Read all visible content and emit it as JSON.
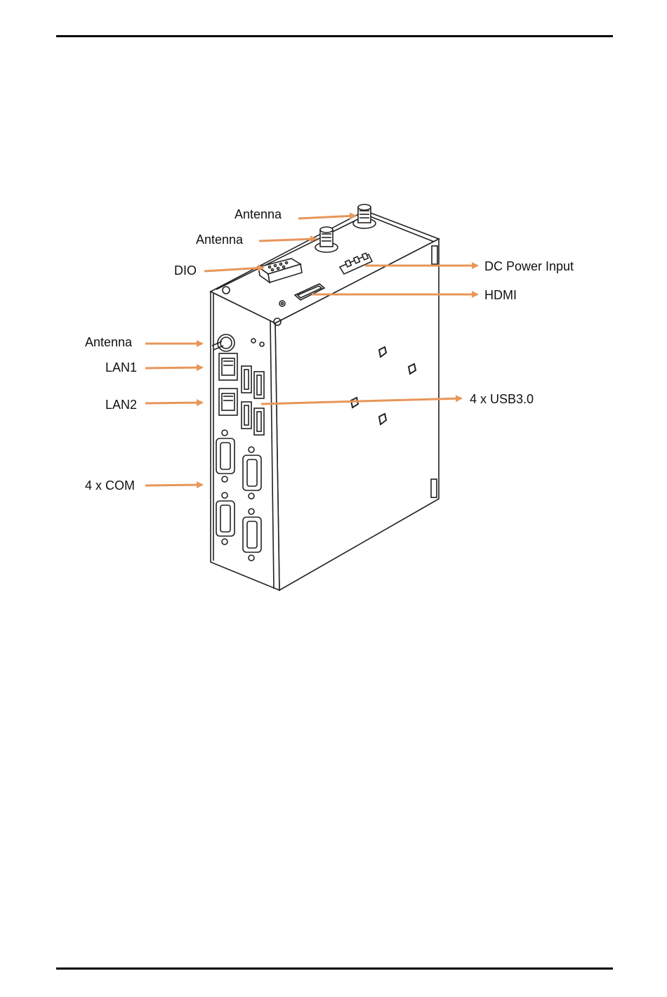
{
  "labels": {
    "antenna_top_right": "Antenna",
    "antenna_top_left": "Antenna",
    "dio": "DIO",
    "dc_power_input": "DC Power Input",
    "hdmi": "HDMI",
    "antenna_front": "Antenna",
    "lan1": "LAN1",
    "lan2": "LAN2",
    "usb": "4 x USB3.0",
    "com": "4 x COM"
  },
  "colors": {
    "arrow": "#E8965A",
    "line": "#222222"
  }
}
